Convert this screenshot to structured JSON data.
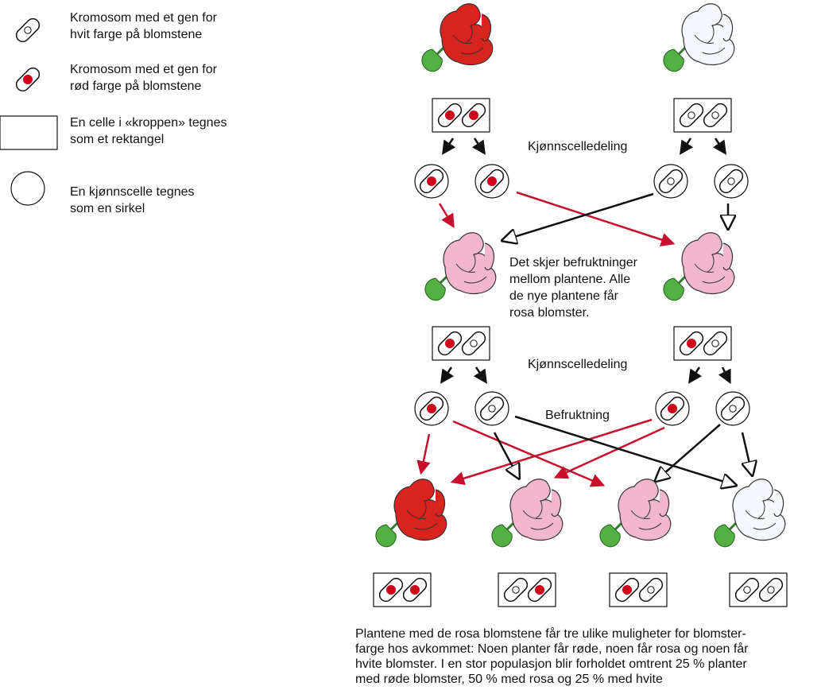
{
  "legend": {
    "items": [
      {
        "id": "white-chromosome",
        "text": "Kromosom med et gen for\nhvit farge på blomstene"
      },
      {
        "id": "red-chromosome",
        "text": "Kromosom med et gen for\nrød farge på blomstene"
      },
      {
        "id": "body-cell",
        "text": "En celle i «kroppen» tegnes\nsom et rektangel"
      },
      {
        "id": "sex-cell",
        "text": "En kjønnscelle tegnes\nsom en sirkel"
      }
    ]
  },
  "labels": {
    "meiosis_1": "Kjønnscelledeling",
    "fertilization_between": "Det skjer befruktninger\nmellom plantene. Alle\nde nye plantene får\nrosa blomster.",
    "meiosis_2": "Kjønnscelledeling",
    "fertilization": "Befruktning"
  },
  "caption": "Plantene med de rosa blomstene får tre ulike muligheter for blomster-\nfarge hos avkommet: Noen planter får røde, noen får rosa og noen får\nhvite blomster. I en stor populasjon blir forholdet omtrent 25 % planter\nmed røde blomster, 50 % med rosa og 25 % med hvite",
  "colors": {
    "red_gene": "#d0021b",
    "red_arrow": "#c8102e",
    "red_flower": "#d8231e",
    "pink_flower": "#f3b6cf",
    "white_flower": "#f4f8fc",
    "stem_green": "#55b043"
  }
}
